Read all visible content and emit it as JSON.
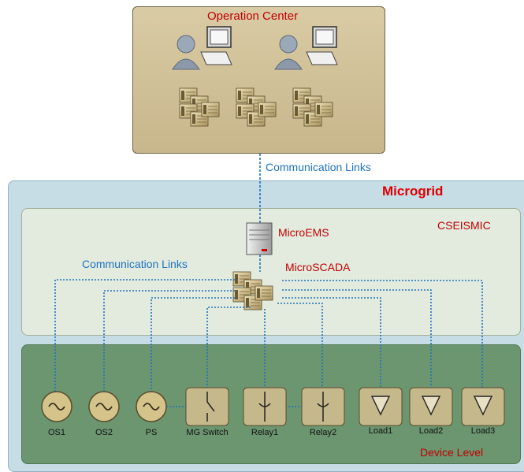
{
  "operation_center": {
    "title": "Operation Center"
  },
  "links": {
    "top_label": "Communication Links",
    "inner_label": "Communication Links"
  },
  "microgrid": {
    "title": "Microgrid"
  },
  "cseismic": {
    "title": "CSEISMIC"
  },
  "controllers": {
    "ems_label": "MicroEMS",
    "scada_label": "MicroSCADA"
  },
  "device_level": {
    "title": "Device Level"
  },
  "devices": [
    {
      "label": "OS1",
      "icon": "generator-icon"
    },
    {
      "label": "OS2",
      "icon": "generator-icon"
    },
    {
      "label": "PS",
      "icon": "generator-icon"
    },
    {
      "label": "MG Switch",
      "icon": "switch-icon"
    },
    {
      "label": "Relay1",
      "icon": "relay-icon"
    },
    {
      "label": "Relay2",
      "icon": "relay-icon"
    },
    {
      "label": "Load1",
      "icon": "load-icon"
    },
    {
      "label": "Load2",
      "icon": "load-icon"
    },
    {
      "label": "Load3",
      "icon": "load-icon"
    }
  ],
  "colors": {
    "link_blue": "#1e73be",
    "label_red": "#c00000",
    "op_center_bg": "#d3c49c",
    "microgrid_bg": "#c7dde6",
    "cseismic_bg": "#e3ebdf",
    "device_level_bg": "#6c9670",
    "device_box": "#c5b98c"
  }
}
